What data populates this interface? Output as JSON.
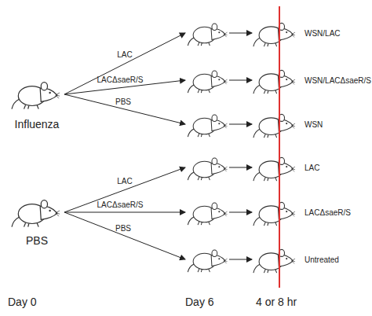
{
  "diagram": {
    "nodes": [
      {
        "text": [
          "Influenza"
        ]
      },
      {
        "text": [
          "WSN/LAC"
        ]
      },
      {
        "text": [
          "WSN/LACΔsaeR/S"
        ]
      },
      {
        "text": [
          "WSN"
        ]
      },
      {
        "text": [
          "PBS"
        ]
      },
      {
        "text": [
          "LAC"
        ]
      },
      {
        "text": [
          "LACΔsaeR/S"
        ]
      },
      {
        "text": [
          "Untreated"
        ]
      }
    ],
    "edges": [
      {
        "from": 0,
        "to": 1,
        "label": "LAC",
        "arrow": "to"
      },
      {
        "from": 0,
        "to": 2,
        "label": "LACΔsaeR/S",
        "arrow": "to"
      },
      {
        "from": 0,
        "to": 3,
        "label": "PBS",
        "arrow": "to"
      },
      {
        "from": 4,
        "to": 5,
        "label": "LAC",
        "arrow": "to"
      },
      {
        "from": 4,
        "to": 6,
        "label": "LACΔsaeR/S",
        "arrow": "to"
      },
      {
        "from": 4,
        "to": 7,
        "label": "PBS",
        "arrow": "to"
      }
    ],
    "labels": [
      "Day 0",
      "Day 6",
      "4 or 8 hr"
    ]
  }
}
